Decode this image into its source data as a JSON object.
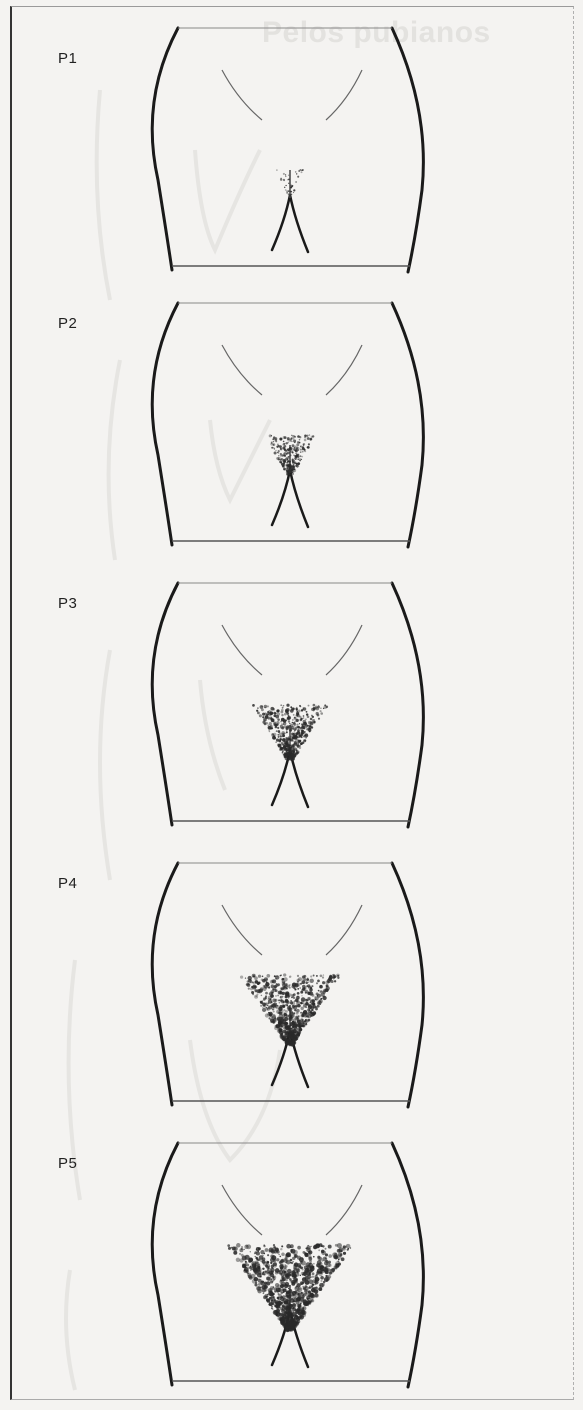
{
  "background_title": "Pelos pubianos",
  "stages": [
    {
      "label": "P1",
      "hair_level": 0.02
    },
    {
      "label": "P2",
      "hair_level": 0.25
    },
    {
      "label": "P3",
      "hair_level": 0.5
    },
    {
      "label": "P4",
      "hair_level": 0.75
    },
    {
      "label": "P5",
      "hair_level": 1.0
    }
  ],
  "colors": {
    "line": "#1a1a1a",
    "hair": "#2a2a2a",
    "paper": "#f4f3f1",
    "ghost": "#e3e2df"
  }
}
